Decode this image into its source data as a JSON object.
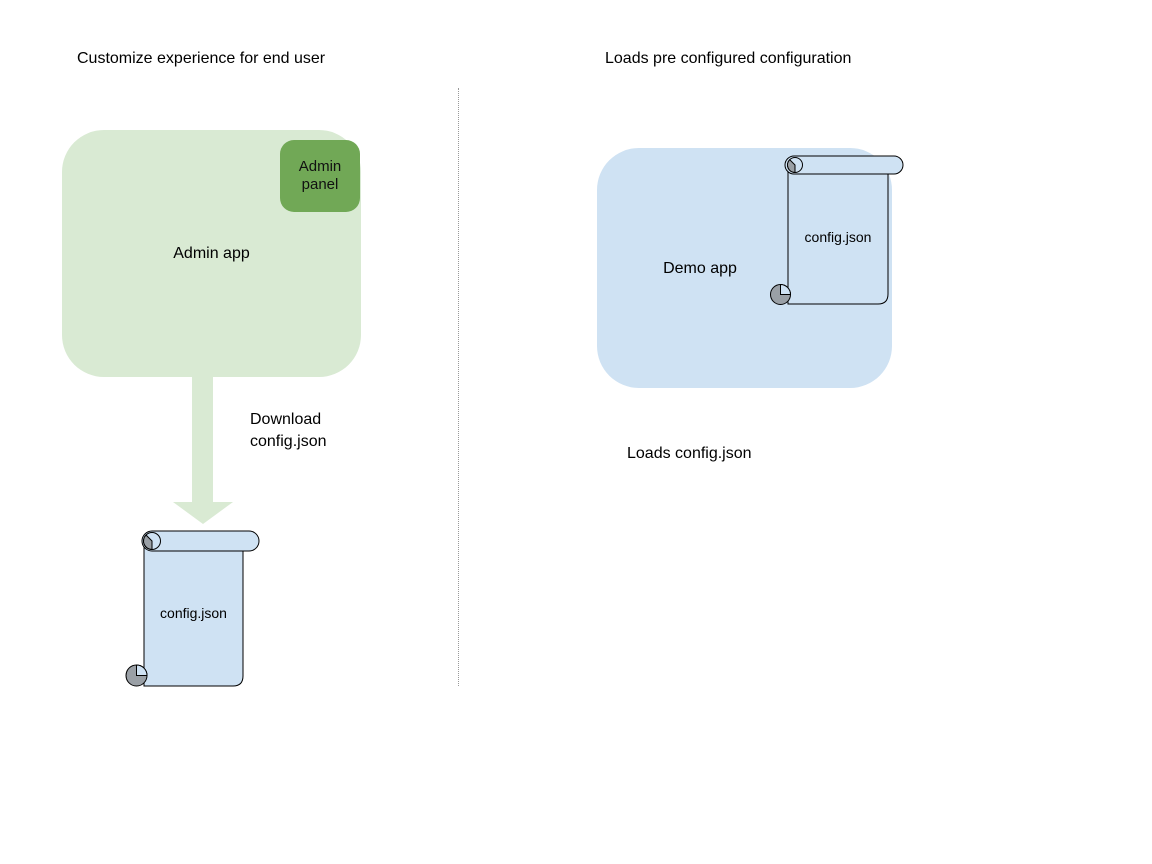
{
  "colors": {
    "light_green": "#d9ead3",
    "green": "#71a856",
    "light_blue": "#cfe2f3",
    "outline": "#000000",
    "curl_gray": "#9aa0a6",
    "divider": "#999999",
    "text": "#000000"
  },
  "left_section": {
    "title": "Customize experience for end user",
    "admin_app": {
      "label": "Admin app"
    },
    "admin_panel": {
      "label": "Admin panel"
    },
    "arrow_label": "Download config.json",
    "config_file": {
      "label": "config.json"
    }
  },
  "right_section": {
    "title": "Loads pre configured configuration",
    "demo_app": {
      "label": "Demo app"
    },
    "config_file": {
      "label": "config.json"
    },
    "caption": "Loads config.json"
  }
}
